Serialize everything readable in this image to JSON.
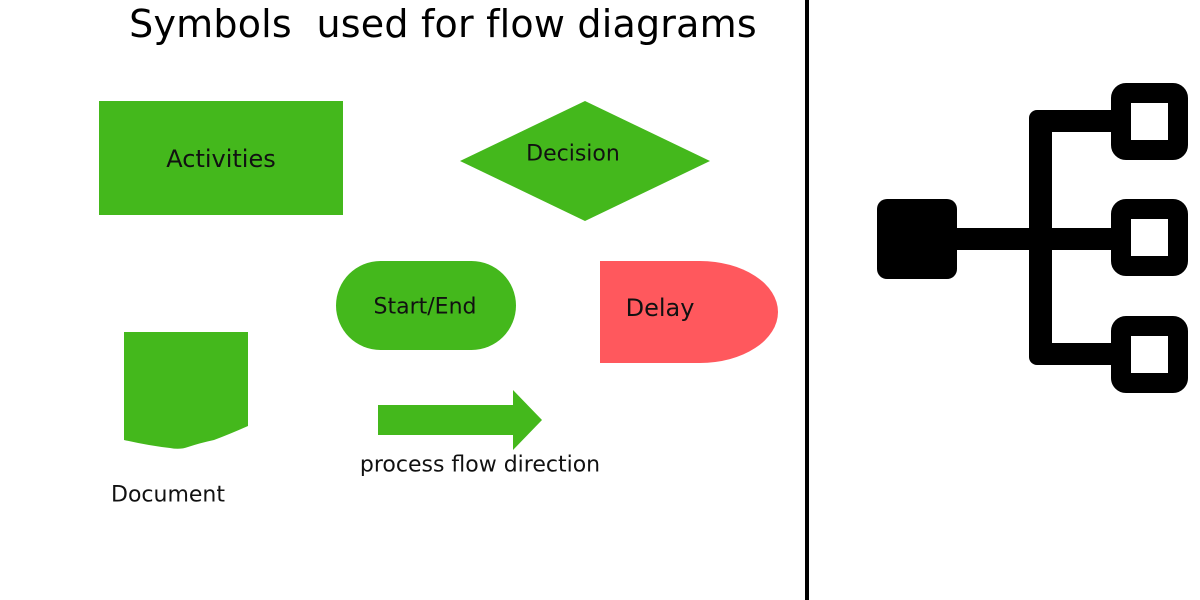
{
  "title": "Symbols  used for flow diagrams",
  "colors": {
    "green": "#44b81c",
    "red": "#ff585d",
    "black": "#000000"
  },
  "symbols": {
    "activities": "Activities",
    "decision": "Decision",
    "start_end": "Start/End",
    "delay": "Delay",
    "document": "Document",
    "flow_direction": "process flow direction"
  },
  "icons": {
    "right_panel": "hierarchy-icon"
  }
}
